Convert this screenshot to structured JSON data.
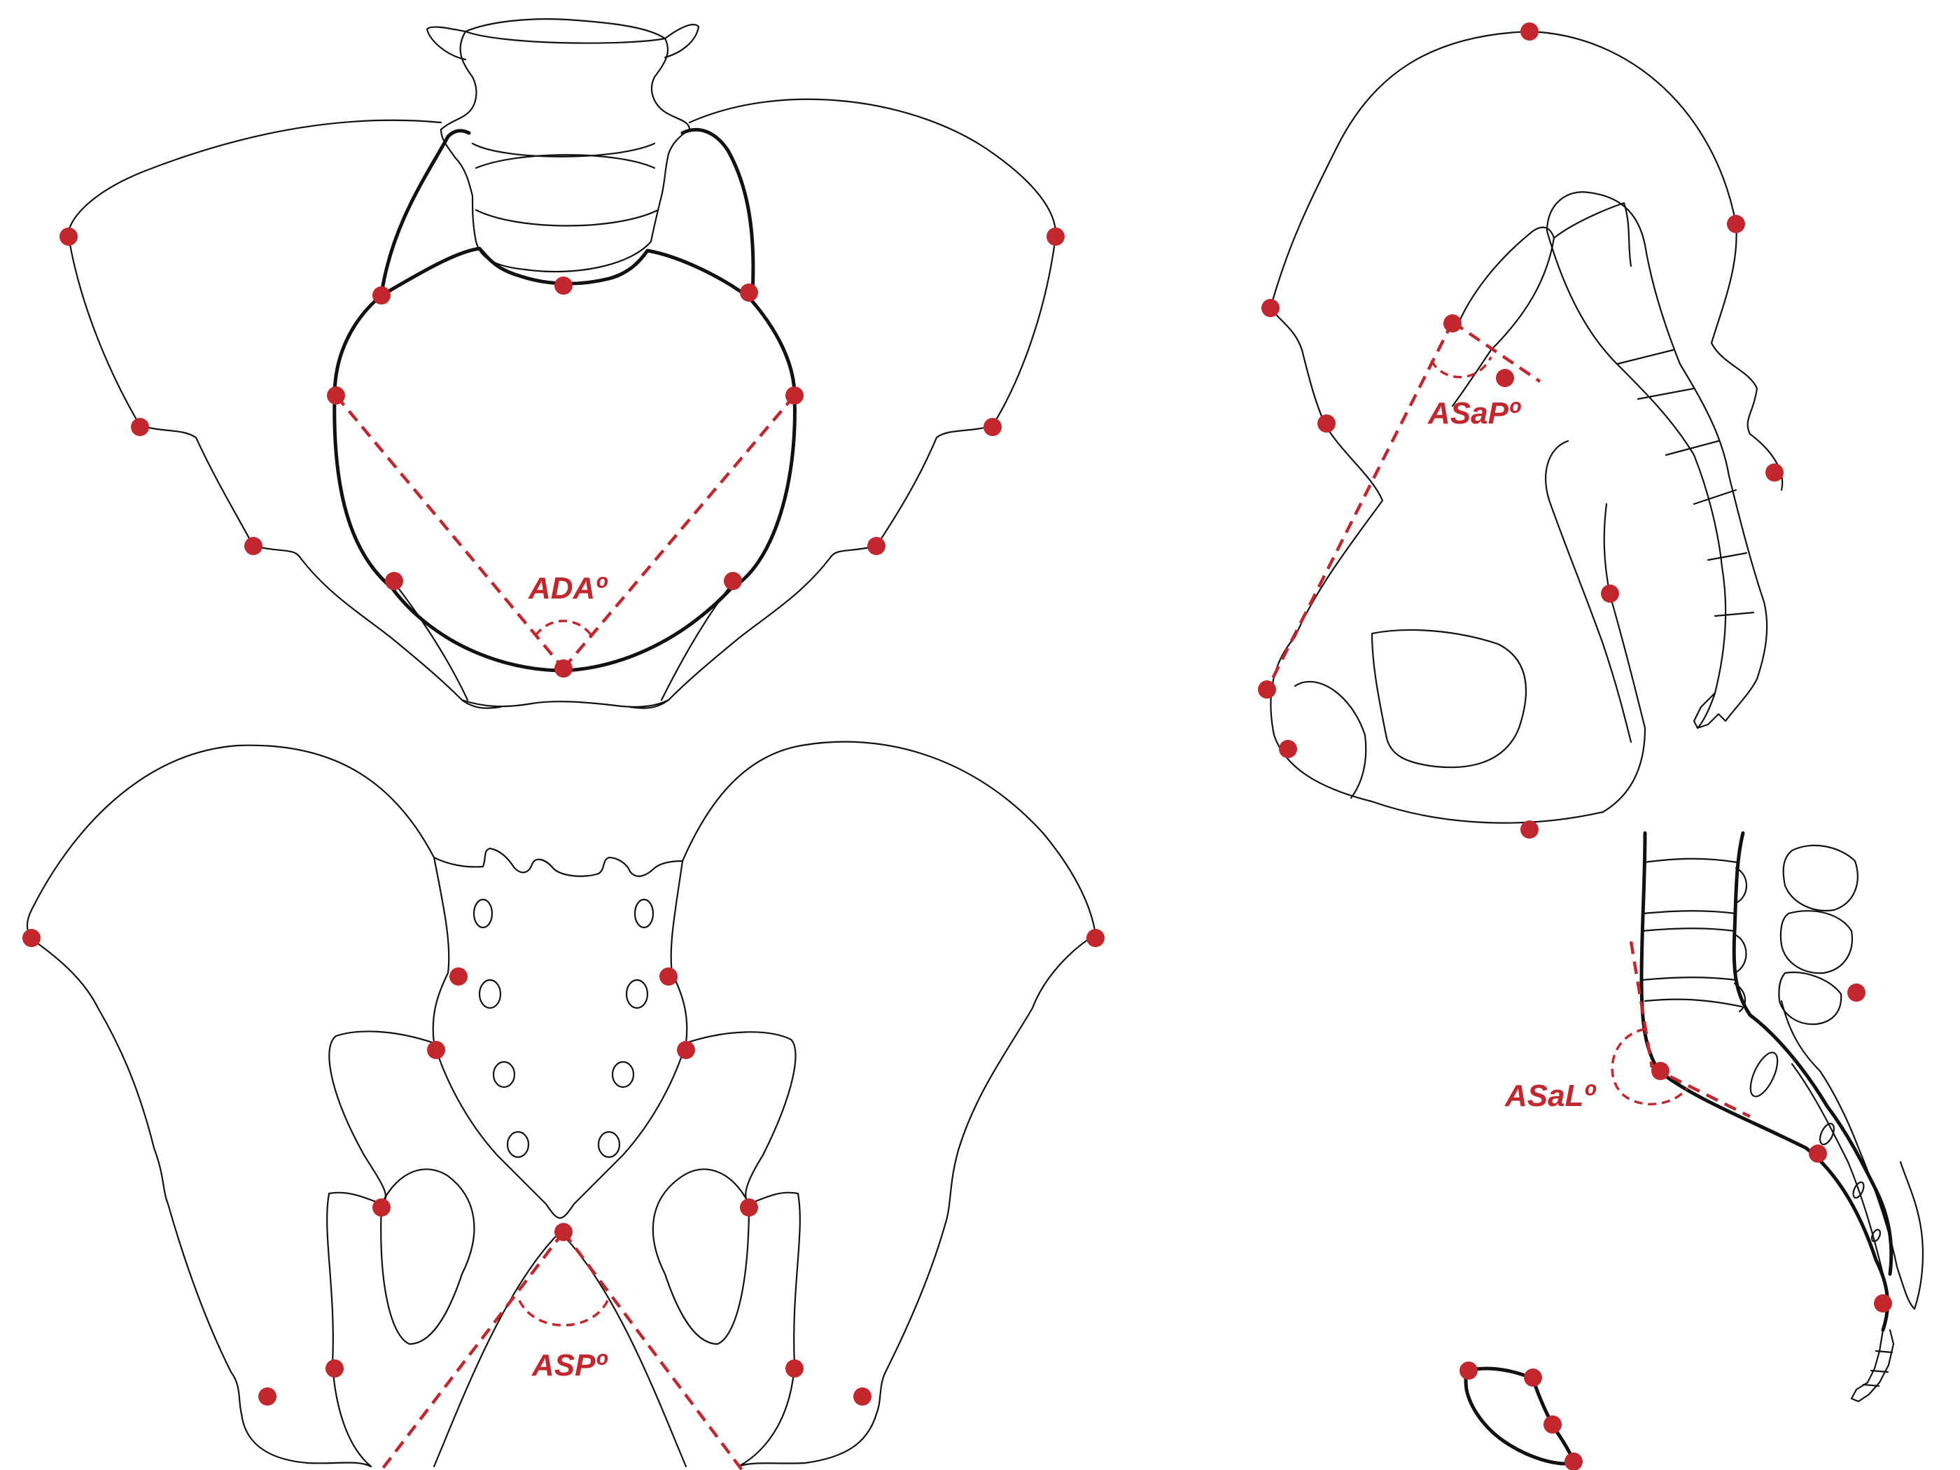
{
  "colors": {
    "accent": "#c1272d",
    "outline": "#111111",
    "background": "#ffffff"
  },
  "labels": {
    "anterior_divergence": "ADAº",
    "subpubic": "ASPº",
    "sacral_pelvic": "ASaPº",
    "sacral_lumbar": "ASaLº"
  }
}
